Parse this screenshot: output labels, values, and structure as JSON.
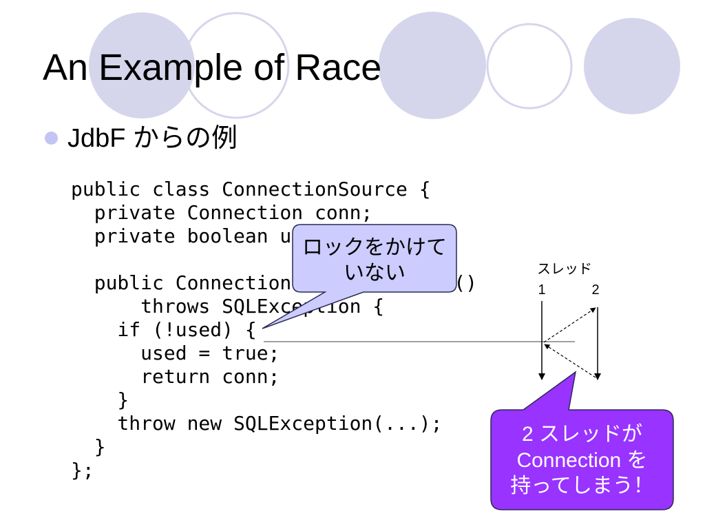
{
  "slide": {
    "title": "An Example of Race",
    "bullet": "JdbF からの例"
  },
  "code": {
    "lines": [
      "public class ConnectionSource {",
      "  private Connection conn;",
      "  private boolean u",
      "  public Connection",
      "      throws SQLException {",
      "    if (!used) {",
      "      used = true;",
      "      return conn;",
      "    }",
      "    throw new SQLException(...);",
      "  }",
      "};"
    ],
    "connection_line_end": "()"
  },
  "callout_lock": {
    "lines": [
      "ロックをかけて",
      "いない"
    ]
  },
  "callout_result": {
    "lines": [
      "2 スレッドが",
      "Connection を",
      "持ってしまう！"
    ]
  },
  "thread_diagram": {
    "label": "スレッド",
    "thread_1": "1",
    "thread_2": "2"
  },
  "colors": {
    "decor_circle": "#d5d5ec",
    "bullet": "#c4c4f2",
    "callout_lock_fill": "#ccccff",
    "callout_result_fill": "#9933ff",
    "callout_result_text": "#ffffff",
    "callout_border": "#2a2a55"
  }
}
